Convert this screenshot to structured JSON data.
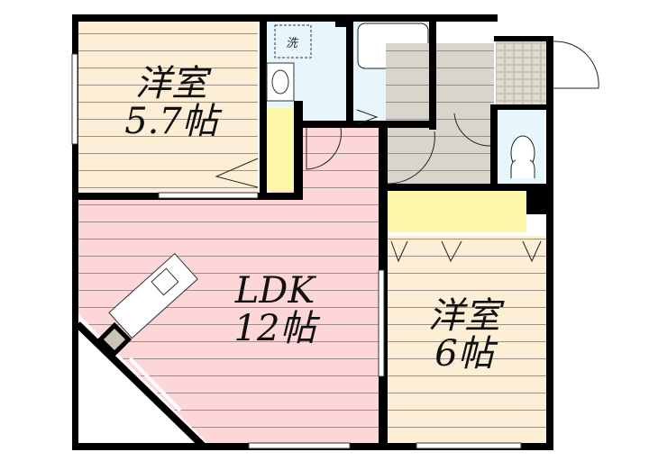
{
  "floorplan": {
    "rooms": [
      {
        "id": "western-room-1",
        "name": "洋室",
        "size": "5.7帖"
      },
      {
        "id": "ldk",
        "name": "LDK",
        "size": "12帖"
      },
      {
        "id": "western-room-2",
        "name": "洋室",
        "size": "6帖"
      }
    ],
    "washer_label": "洗",
    "colors": {
      "western_floor": "#fcefd6",
      "ldk_floor": "#fdd6d8",
      "wet_area": "#e6f6fc",
      "entrance_floor": "#d8d6cc",
      "closet": "#fdf8a8",
      "wall": "#000000"
    }
  }
}
